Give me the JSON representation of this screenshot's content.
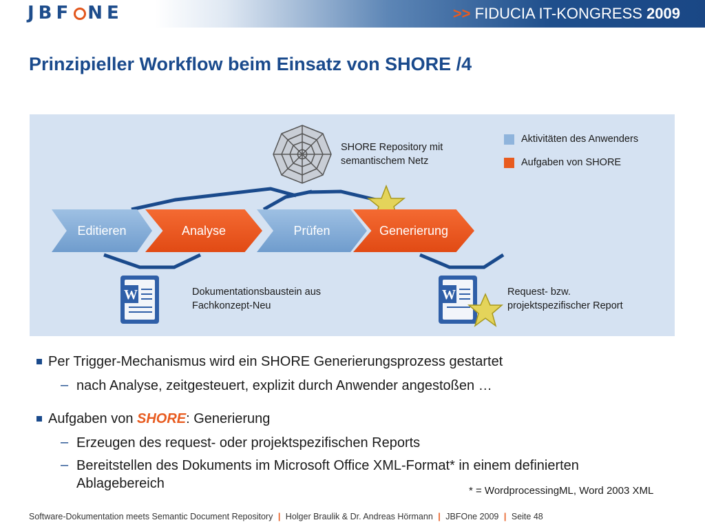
{
  "header": {
    "logo_prefix": "JBF",
    "logo_suffix": "NE",
    "congress_arrows": ">>",
    "congress_name": "FIDUCIA IT-KONGRESS",
    "congress_year": "2009"
  },
  "title": "Prinzipieller Workflow beim Einsatz von SHORE  /4",
  "diagram": {
    "repository_label": [
      "SHORE Repository mit",
      "semantischem Netz"
    ],
    "legend": [
      {
        "label": "Aktivitäten des Anwenders",
        "color": "#8fb4dc"
      },
      {
        "label": "Aufgaben von SHORE",
        "color": "#e85b1f"
      }
    ],
    "steps": [
      {
        "label": "Editieren",
        "kind": "user"
      },
      {
        "label": "Analyse",
        "kind": "shore"
      },
      {
        "label": "Prüfen",
        "kind": "user"
      },
      {
        "label": "Generierung",
        "kind": "shore"
      }
    ],
    "doc1_label": [
      "Dokumentationsbaustein aus",
      "Fachkonzept-Neu"
    ],
    "doc2_label": [
      "Request- bzw.",
      "projektspezifischer Report"
    ],
    "icons": [
      "spider-web-icon",
      "word-document-icon",
      "star-icon"
    ]
  },
  "bullets": [
    {
      "text": "Per Trigger-Mechanismus wird ein SHORE Generierungsprozess gestartet",
      "sub": [
        "nach Analyse, zeitgesteuert, explizit durch Anwender angestoßen …"
      ]
    },
    {
      "text_before": "Aufgaben von ",
      "text_em": "SHORE",
      "text_after": ": Generierung",
      "sub": [
        "Erzeugen des request- oder projektspezifischen Reports",
        "Bereitstellen des Dokuments im Microsoft Office XML-Format* in einem definierten",
        "Ablagebereich"
      ]
    }
  ],
  "footnote": "* = WordprocessingML, Word 2003 XML",
  "footer": {
    "part1": "Software-Dokumentation meets Semantic Document Repository",
    "part2": "Holger Braulik & Dr. Andreas Hörmann",
    "part3": "JBFOne 2009",
    "part4": "Seite 48",
    "separator": "|"
  }
}
